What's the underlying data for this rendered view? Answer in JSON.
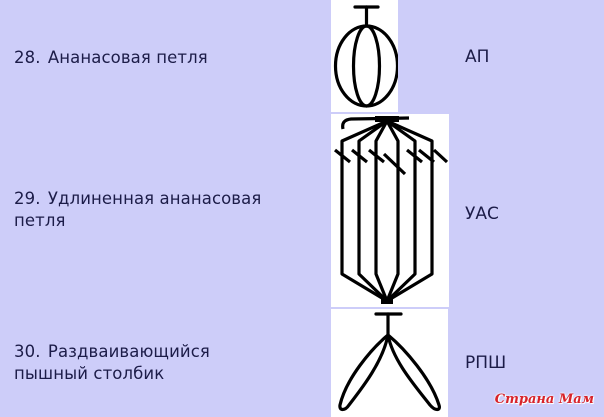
{
  "entries": [
    {
      "number": "28.",
      "name": "Ананасовая петля",
      "abbreviation": "АП",
      "symbol": "pineapple-loop-symbol"
    },
    {
      "number": "29.",
      "name_line1": "Удлиненная ананасовая",
      "name_line2": "петля",
      "abbreviation": "УАС",
      "symbol": "elongated-pineapple-loop-symbol"
    },
    {
      "number": "30.",
      "name_line1": "Раздваивающийся",
      "name_line2": "пышный столбик",
      "abbreviation": "РПШ",
      "symbol": "splitting-puff-stitch-symbol"
    }
  ],
  "watermark": "Страна Мам",
  "colors": {
    "background": "#cdcdf9",
    "text": "#1c1c48",
    "symbol_panel": "#ffffff",
    "watermark": "#d8232a"
  }
}
